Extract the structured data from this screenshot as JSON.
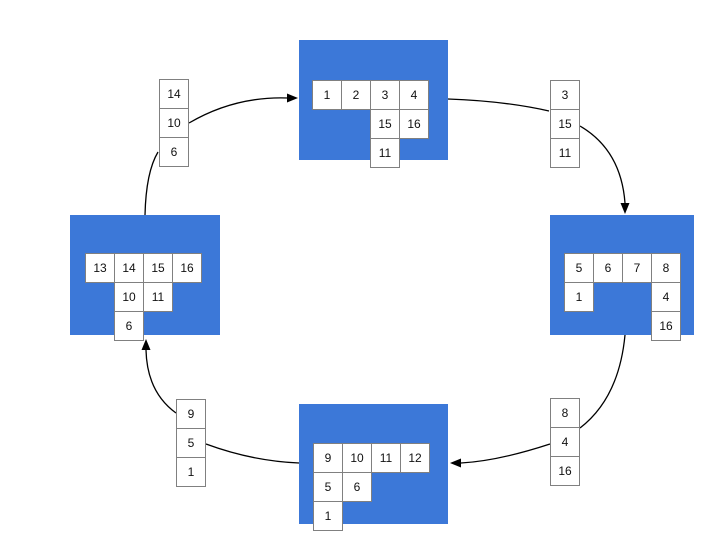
{
  "diagram": {
    "colors": {
      "box_fill": "#3C78D8",
      "cell_fill": "#FFFFFF",
      "cell_border": "#808080",
      "arrow": "#000000",
      "background": "#FFFFFF"
    },
    "boxes": {
      "top": {
        "segments": [
          {
            "row": 0,
            "col": 0,
            "values": [
              "1",
              "2",
              "3",
              "4"
            ]
          },
          {
            "row": 1,
            "col": 2,
            "values": [
              "15",
              "16"
            ]
          },
          {
            "row": 2,
            "col": 2,
            "values": [
              "11"
            ]
          }
        ]
      },
      "right": {
        "segments": [
          {
            "row": 0,
            "col": 0,
            "values": [
              "5",
              "6",
              "7",
              "8"
            ]
          },
          {
            "row": 1,
            "col": 0,
            "values": [
              "1"
            ]
          },
          {
            "row": 1,
            "col": 3,
            "values": [
              "4"
            ]
          },
          {
            "row": 2,
            "col": 3,
            "values": [
              "16"
            ]
          }
        ]
      },
      "bottom": {
        "segments": [
          {
            "row": 0,
            "col": 0,
            "values": [
              "9",
              "10",
              "11",
              "12"
            ]
          },
          {
            "row": 1,
            "col": 0,
            "values": [
              "5",
              "6"
            ]
          },
          {
            "row": 2,
            "col": 0,
            "values": [
              "1"
            ]
          }
        ]
      },
      "left": {
        "segments": [
          {
            "row": 0,
            "col": 0,
            "values": [
              "13",
              "14",
              "15",
              "16"
            ]
          },
          {
            "row": 1,
            "col": 1,
            "values": [
              "10",
              "11"
            ]
          },
          {
            "row": 2,
            "col": 1,
            "values": [
              "6"
            ]
          }
        ]
      }
    },
    "stacks": {
      "top_left": {
        "values": [
          "14",
          "10",
          "6"
        ]
      },
      "top_right": {
        "values": [
          "3",
          "15",
          "11"
        ]
      },
      "bottom_right": {
        "values": [
          "8",
          "4",
          "16"
        ]
      },
      "bottom_left": {
        "values": [
          "9",
          "5",
          "1"
        ]
      }
    }
  }
}
